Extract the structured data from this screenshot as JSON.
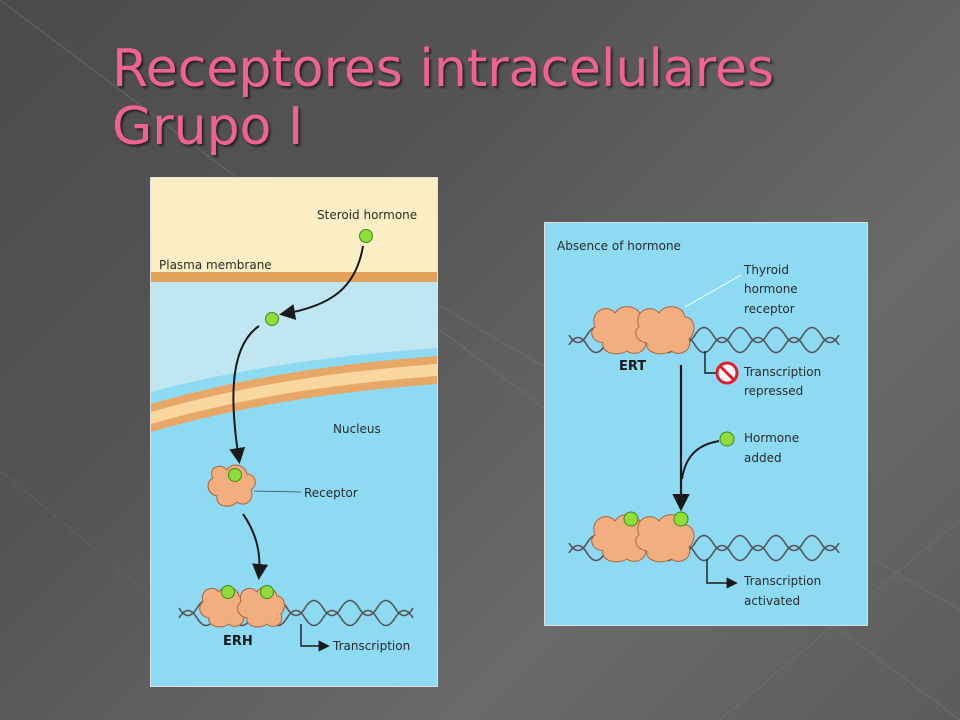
{
  "title": {
    "line1": "Receptores intracelulares",
    "line2": "Grupo I"
  },
  "left_panel": {
    "steroid_hormone": "Steroid hormone",
    "plasma_membrane": "Plasma membrane",
    "nucleus": "Nucleus",
    "receptor": "Receptor",
    "transcription": "Transcription",
    "tag": "ERH"
  },
  "right_panel": {
    "absence": "Absence of hormone",
    "thyroid_receptor": [
      "Thyroid",
      "hormone",
      "receptor"
    ],
    "repressed": [
      "Transcription",
      "repressed"
    ],
    "hormone_added": [
      "Hormone",
      "added"
    ],
    "activated": [
      "Transcription",
      "activated"
    ],
    "tag": "ERT"
  },
  "colors": {
    "title": "#f06292",
    "cytoplasm": "#bfe6f1",
    "extracellular": "#fbeec4",
    "nucleus": "#8fdaf3",
    "membrane": "#e1a25c",
    "envelope_outer": "#e7a867",
    "envelope_inner": "#fad7a0",
    "hormone": "#8fdc3a",
    "hormone_stroke": "#3c8a1c",
    "protein": "#f2ae7e",
    "protein_stroke": "#a8653b",
    "dna": "#555555",
    "no_sign": "#e01b2c"
  }
}
